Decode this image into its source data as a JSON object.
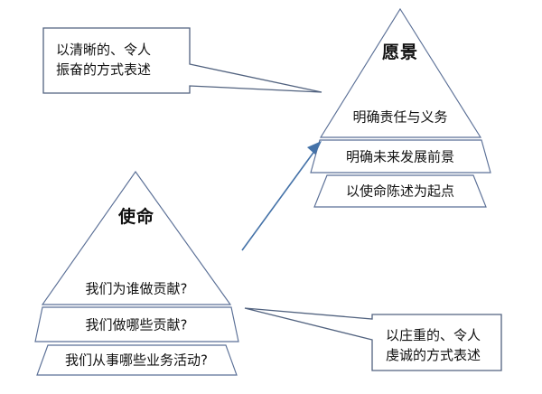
{
  "diagram": {
    "title_vision": "愿景",
    "title_mission": "使命",
    "vision_pyramid": {
      "name": "vision-pyramid",
      "apex_label": "愿景",
      "bands": [
        {
          "label": "明确责任与义务"
        },
        {
          "label": "明确未来发展前景"
        },
        {
          "label": "以使命陈述为起点"
        }
      ]
    },
    "mission_pyramid": {
      "name": "mission-pyramid",
      "apex_label": "使命",
      "bands": [
        {
          "label": "我们为谁做贡献?"
        },
        {
          "label": "我们做哪些贡献?"
        },
        {
          "label": "我们从事哪些业务活动?"
        }
      ]
    },
    "callouts": [
      {
        "id": "vision-callout",
        "text": "以清晰的、令人\n振奋的方式表述"
      },
      {
        "id": "mission-callout",
        "text": "以庄重的、令人\n虔诚的方式表述"
      }
    ],
    "connector": {
      "name": "mission-to-vision-arrow",
      "description": "arrow"
    },
    "colors": {
      "shape_stroke": "#5a6f96",
      "callout_stroke": "#51627f",
      "arrow": "#4472a8",
      "background": "#ffffff",
      "text": "#111111"
    }
  }
}
